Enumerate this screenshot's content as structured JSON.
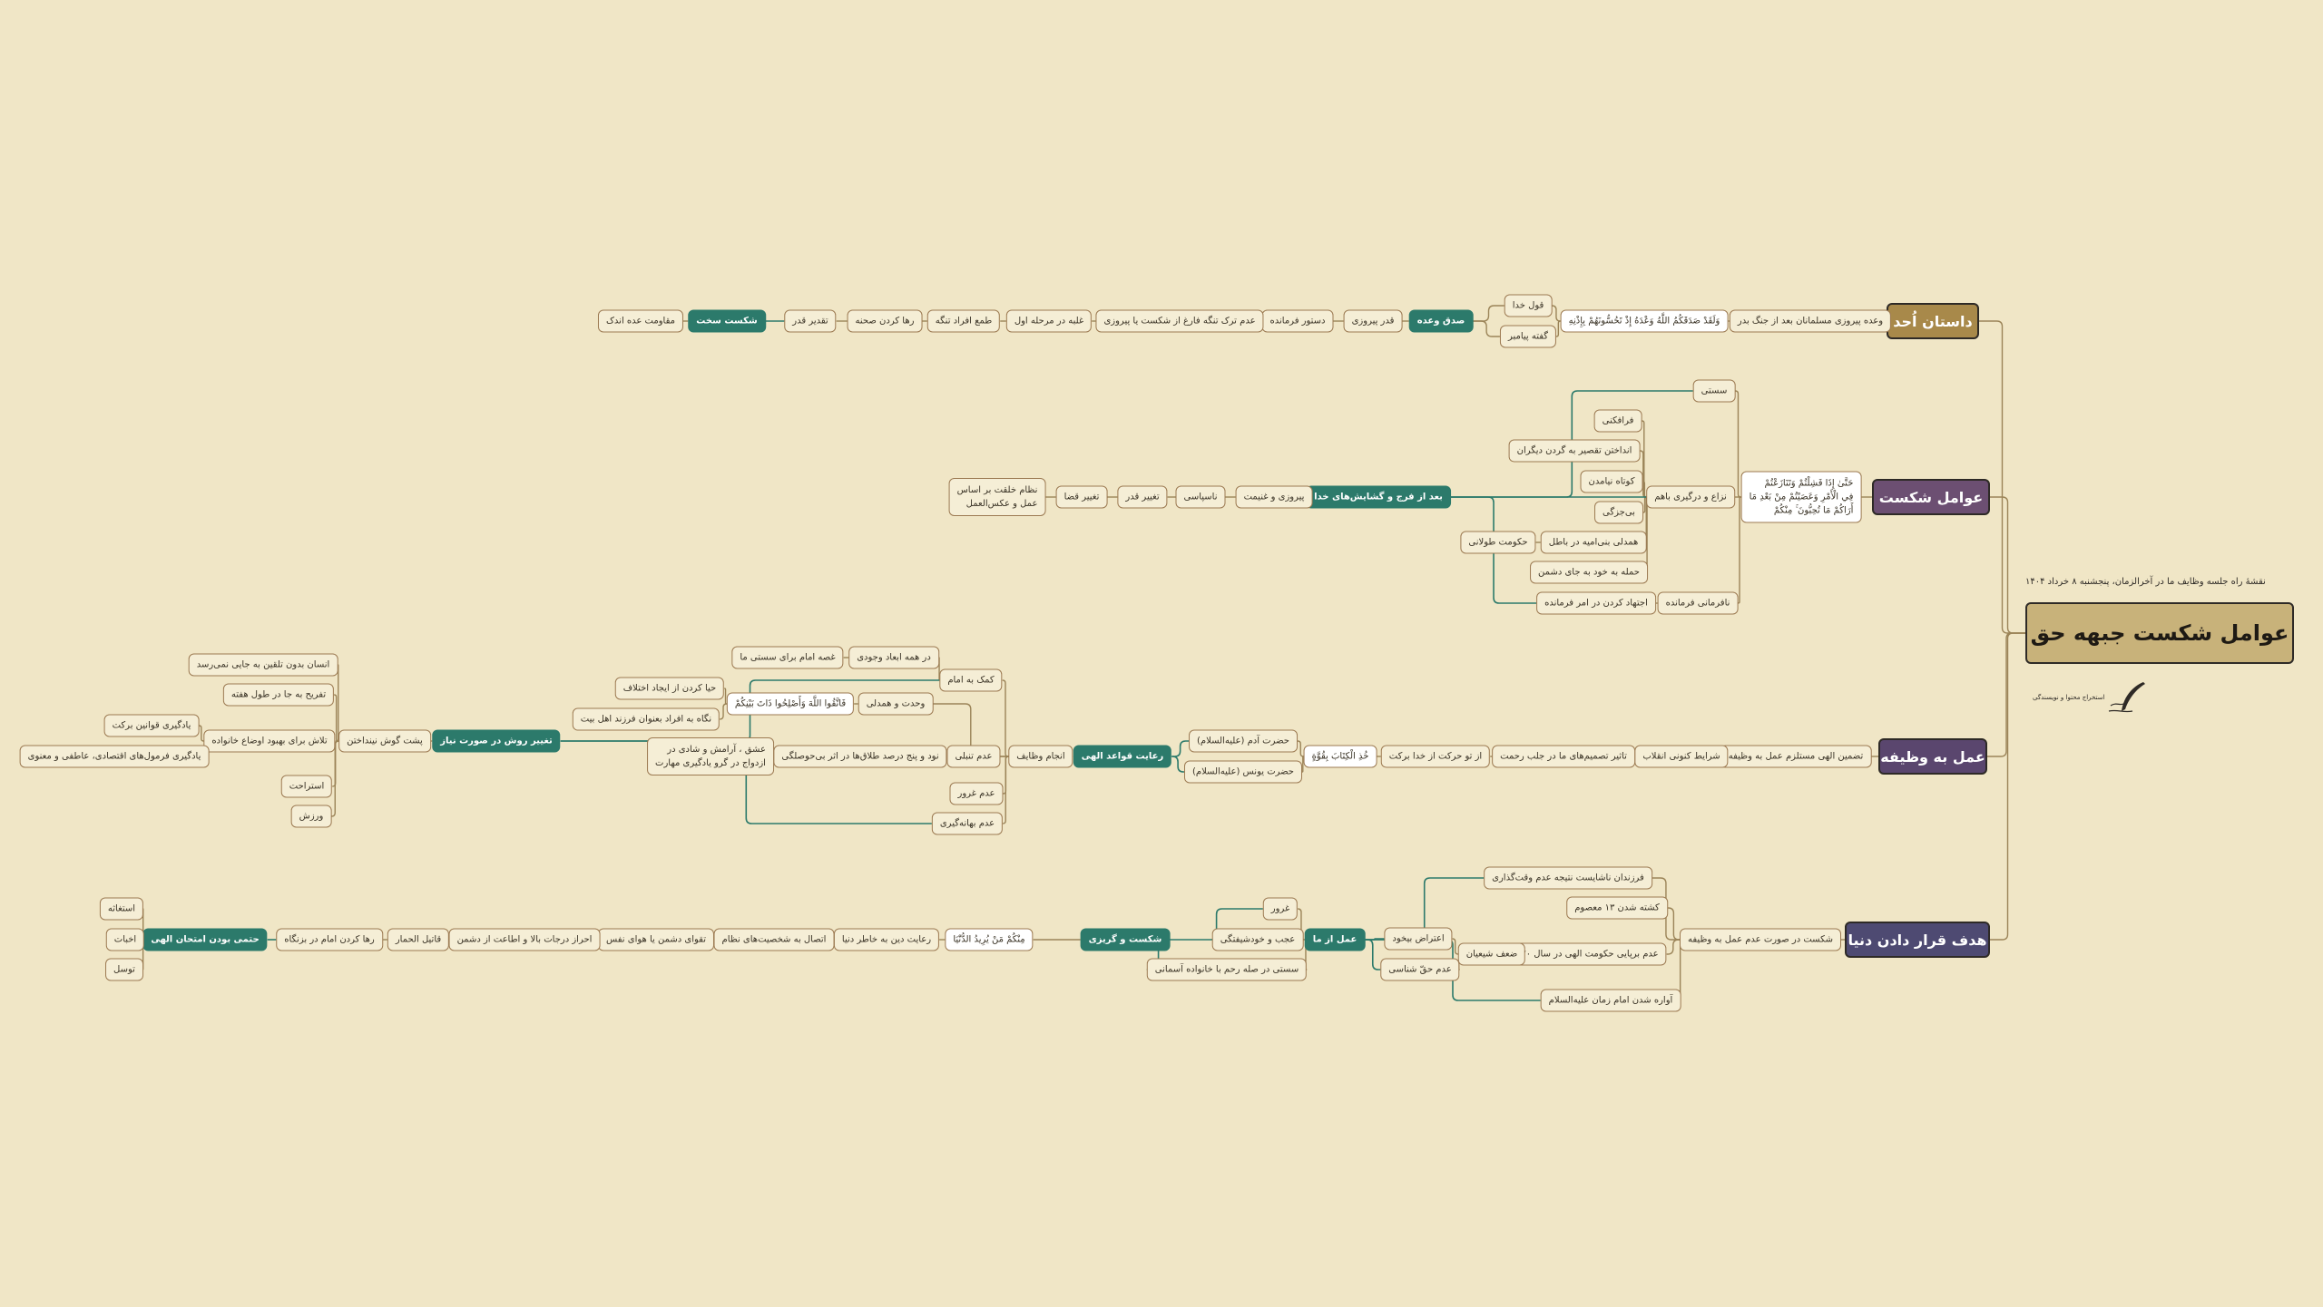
{
  "root": {
    "title": "عوامل شکست جبهه حق",
    "subtitle": "نقشهٔ راه جلسه وظایف ما در آخرالزمان، پنجشنبه ۸ خرداد ۱۴۰۴",
    "brand": "استخراج محتوا و نویسندگی"
  },
  "colors": {
    "background": "#f0e6c6",
    "line_main": "#9b8458",
    "line_green": "#2c7a6b",
    "teal": "#2c7a6b",
    "branch1": "#a8894a",
    "branch2": "#6c4f72",
    "branch3": "#5a466e",
    "branch4": "#4e4a72"
  },
  "branches": {
    "b1": {
      "label": "داستان اُحد",
      "badr_promise": "وعده پیروزی مسلمانان بعد از جنگ بدر",
      "verse": "وَلَقَدْ صَدَقَكُمُ اللَّهُ وَعْدَهُ إِذْ تَحُسُّونَهُمْ بِإِذْنِهِ",
      "quran": "قول خدا",
      "prophet": "گفته پیامبر",
      "sidq": "صدق وعده",
      "chain": [
        "قدر پیروزی",
        "دستور فرمانده",
        "عدم ترک تنگه فارغ از شکست یا پیروزی",
        "غلبه در مرحله اول",
        "طمع افراد تنگه",
        "رها کردن صحنه",
        "تقدیر قدر"
      ],
      "defeat": "شکست سخت",
      "resist": "مقاومت عده اندک"
    },
    "b2": {
      "label": "عوامل شکست",
      "verse": "حَتَّىٰ إِذَا فَشِلْتُمْ وَتَنَازَعْتُمْ\nفِي الْأَمْرِ وَعَصَيْتُمْ مِنْ بَعْدِ مَا\nأَرَاكُمْ مَا تُحِبُّونَ ۚ مِنْكُمْ",
      "sosti": "سستی",
      "nizaa": "نزاع و درگیری باهم",
      "nizaa_items": [
        "فرافکنی",
        "انداختن تقصیر به گردن دیگران",
        "کوتاه نیامدن",
        "بی‌جزگی",
        "همدلی بنی‌امیه در باطل",
        "حمله به خود به جای دشمن"
      ],
      "hokumat": "حکومت طولانی",
      "nafarmani": "نافرمانی فرمانده",
      "ijtihad": "اجتهاد کردن در امر فرمانده",
      "after": "بعد از فرج و گشایش‌های خدا",
      "chain": [
        "پیروزی و غنیمت",
        "ناسپاسی",
        "تغییر قدر",
        "تغییر قضا"
      ],
      "nezam": "نظام خلقت بر اساس\nعمل و عکس‌العمل"
    },
    "b3": {
      "label": "عمل به وظیفه",
      "chain": [
        "تضمین الهی مستلزم عمل به وظیفه",
        "شرایط کنونی انقلاب",
        "تاثیر تصمیم‌های ما در جلب رحمت",
        "از تو حرکت از خدا برکت"
      ],
      "verse": "خُذِ الْكِتَابَ بِقُوَّةٍ",
      "adam": "حضرت آدم (علیه‌السلام)",
      "yunus": "حضرت یونس (علیه‌السلام)",
      "qavaed": "رعایت قواعد الهی",
      "vazayef": "انجام وظایف",
      "komak": "کمک به امام",
      "hame": "در همه ابعاد وجودی",
      "ghosse": "غصه امام برای سستی ما",
      "vahdat": "وحدت و همدلی",
      "verse2": "فَاتَّقُوا اللَّهَ وَأَصْلِحُوا ذَاتَ بَيْنِكُمْ",
      "haya": "حیا کردن از ایجاد اختلاف",
      "negah": "نگاه به افراد بعنوان فرزند اهل بیت",
      "tanbali": "عدم تنبلی",
      "navad": "نود و پنج درصد طلاق‌ها در اثر بی‌حوصلگی",
      "eshgh": "عشق ، آرامش و شادی در\nازدواج در گرو یادگیری مهارت",
      "ghorur": "عدم غرور",
      "bahane": "عدم بهانه‌گیری",
      "taghyir": "تغییر روش در صورت نیاز",
      "posht": "پشت گوش نینداختن",
      "ensan": "انسان بدون تلقین به جایی نمی‌رسد",
      "tafrih": "تفریح به جا در طول هفته",
      "talash": "تلاش برای بهبود اوضاع خانواده",
      "yad1": "یادگیری قوانین برکت",
      "yad2": "یادگیری فرمول‌های اقتصادی، عاطفی و معنوی",
      "esterahat": "استراحت",
      "varzesh": "ورزش"
    },
    "b4": {
      "label": "هدف قرار دادن دنیا",
      "shekast": "شکست در صورت عدم عمل به وظیفه",
      "farzandan": "فرزندان ناشایست نتیجه عدم وقت‌گذاری",
      "koshte": "کشته شدن ۱۳ معصوم",
      "adam_barpa": "عدم برپایی حکومت الهی در سال ۷۰",
      "avare": "آواره شدن امام زمان علیه‌السلام",
      "shiyan": "ضعف شیعیان",
      "eteraz": "اعتراض بیخود",
      "haqshenasi": "عدم حقّ شناسی",
      "amal": "عمل از ما",
      "ghorur": "غرور",
      "ojb": "عجب و خودشیفتگی",
      "sosti": "سستی در صله رحم با خانواده آسمانی",
      "gorizi": "شکست و گریزی",
      "verse": "مِنْكُمْ مَنْ يُرِيدُ الدُّنْيَا",
      "chain": [
        "رعایت دین به خاطر دنیا",
        "اتصال به شخصیت‌های نظام",
        "تقوای دشمن یا هوای نفس",
        "احراز درجات بالا و اطاعت از دشمن",
        "قاتیل الحمار",
        "رها کردن امام در بزنگاه"
      ],
      "hatmi": "حتمی بودن امتحان الهی",
      "leaves": [
        "استغاثه",
        "اخبات",
        "توسل"
      ]
    }
  }
}
